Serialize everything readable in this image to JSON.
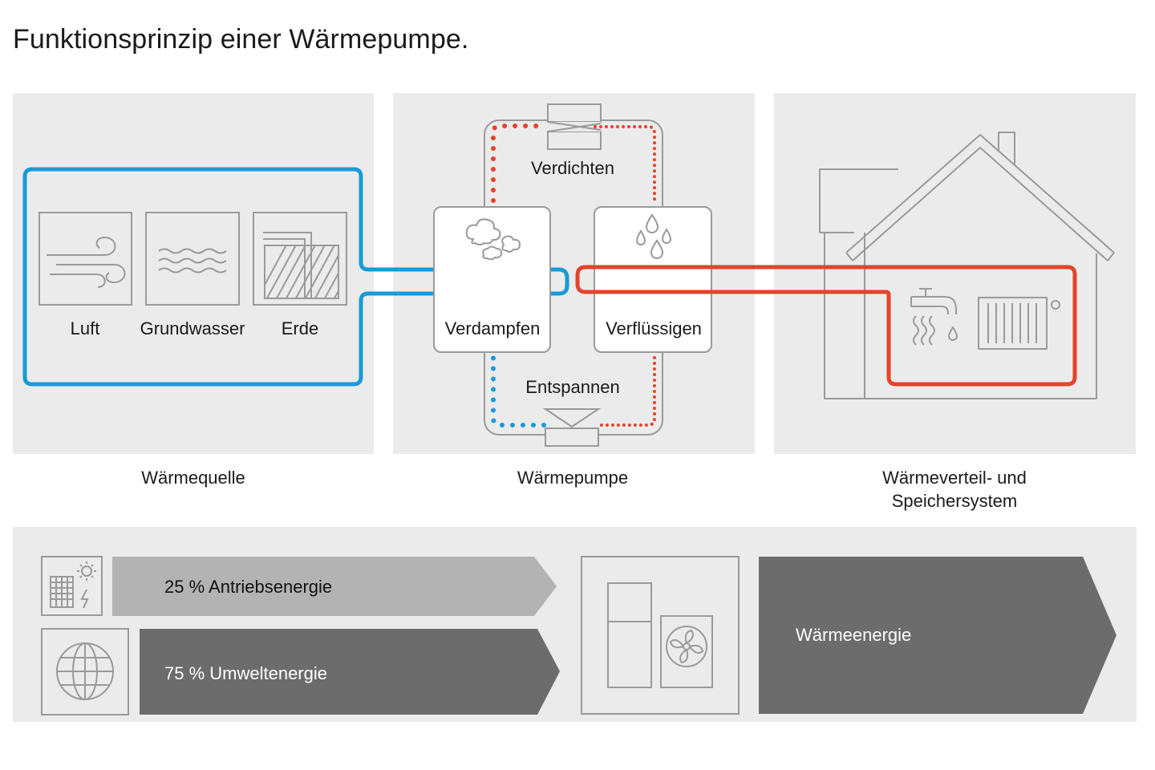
{
  "title": "Funktionsprinzip einer Wärmepumpe.",
  "panels": {
    "source": {
      "caption": "Wärmequelle",
      "items": [
        {
          "label": "Luft",
          "icon": "wind-icon"
        },
        {
          "label": "Grundwasser",
          "icon": "water-waves-icon"
        },
        {
          "label": "Erde",
          "icon": "ground-probe-icon"
        }
      ]
    },
    "pump": {
      "caption": "Wärmepumpe",
      "steps": {
        "compress": "Verdichten",
        "evaporate": "Verdampfen",
        "condense": "Verflüssigen",
        "expand": "Entspannen"
      }
    },
    "distribution": {
      "caption_line1": "Wärmeverteil- und",
      "caption_line2": "Speichersystem"
    }
  },
  "energy": {
    "drive": {
      "label": "25 % Antriebsenergie",
      "percent": 25,
      "icon": "solar-panel-icon"
    },
    "environment": {
      "label": "75 % Umweltenergie",
      "percent": 75,
      "icon": "globe-icon"
    },
    "output": {
      "label": "Wärmeenergie",
      "icon": "heat-pump-unit-icon"
    }
  },
  "colors": {
    "cold": "#1a9ad6",
    "hot": "#e5432a",
    "panel": "#ebebeb",
    "dark_arrow": "#6d6c6d",
    "light_arrow": "#b3b3b3"
  }
}
